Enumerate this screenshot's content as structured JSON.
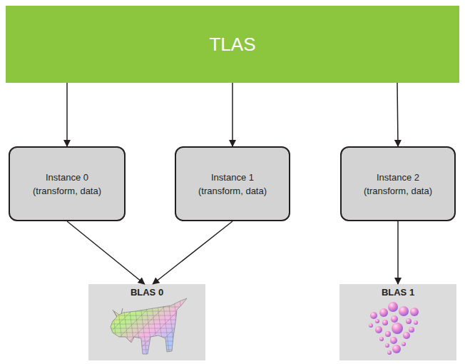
{
  "diagram": {
    "nodes": [
      {
        "text": [
          "TLAS"
        ]
      },
      {
        "text": [
          "Instance 0",
          "(transform, data)"
        ]
      },
      {
        "text": [
          "Instance 1",
          "(transform, data)"
        ]
      },
      {
        "text": [
          "Instance 2",
          "(transform, data)"
        ]
      },
      {
        "text": [
          "BLAS 0"
        ]
      },
      {
        "text": [
          "BLAS 1"
        ]
      }
    ],
    "edges": [
      {
        "from": 0,
        "to": 1,
        "arrow": "to"
      },
      {
        "from": 0,
        "to": 2,
        "arrow": "to"
      },
      {
        "from": 0,
        "to": 3,
        "arrow": "to"
      },
      {
        "from": 1,
        "to": 4,
        "arrow": "to"
      },
      {
        "from": 2,
        "to": 4,
        "arrow": "to"
      },
      {
        "from": 3,
        "to": 5,
        "arrow": "to"
      }
    ]
  }
}
